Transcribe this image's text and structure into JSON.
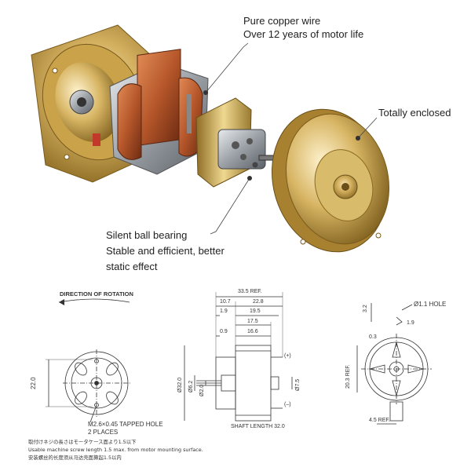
{
  "callouts": {
    "copper_line1": "Pure copper wire",
    "copper_line2": "Over 12 years of motor life",
    "enclosed": "Totally enclosed",
    "bearing_line1": "Silent ball bearing",
    "bearing_line2": "Stable and efficient, better",
    "bearing_line3": "static effect"
  },
  "drawing": {
    "direction_label": "DIRECTION OF ROTATION",
    "front_width": "22.0",
    "tapped_hole_line1": "M2.6×0.45 TAPPED HOLE",
    "tapped_hole_line2": "2 PLACES",
    "dim_overall": "33.5 REF.",
    "dim_10_7": "10.7",
    "dim_22_8": "22.8",
    "dim_1_9": "1.9",
    "dim_19_5": "19.5",
    "dim_17_5": "17.5",
    "dim_0_9": "0.9",
    "dim_16_6": "16.6",
    "dia_32": "Ø32.0",
    "dia_6_2": "Ø6.2",
    "dia_2": "Ø2.0",
    "dia_7_5": "Ø7.5",
    "plus": "(+)",
    "minus": "(–)",
    "shaft_length": "SHAFT LENGTH 32.0",
    "hole_label": "Ø1.1 HOLE",
    "dim_3_2": "3.2",
    "dim_1_9b": "1.9",
    "dim_0_3": "0.3",
    "dim_20_3": "20.3 REF.",
    "dim_4_5": "4.5 REF."
  },
  "notes": {
    "line1": "取付けネジの長さはモータケース面より1.5以下",
    "line2": "Usable machine screw length 1.5 max. from motor mounting surface.",
    "line3": "安装螺丝的长度须从马达壳面算起1.5以内"
  },
  "colors": {
    "gold": "#c9a24a",
    "copper": "#b5562a",
    "steel": "#9aa0a6"
  }
}
